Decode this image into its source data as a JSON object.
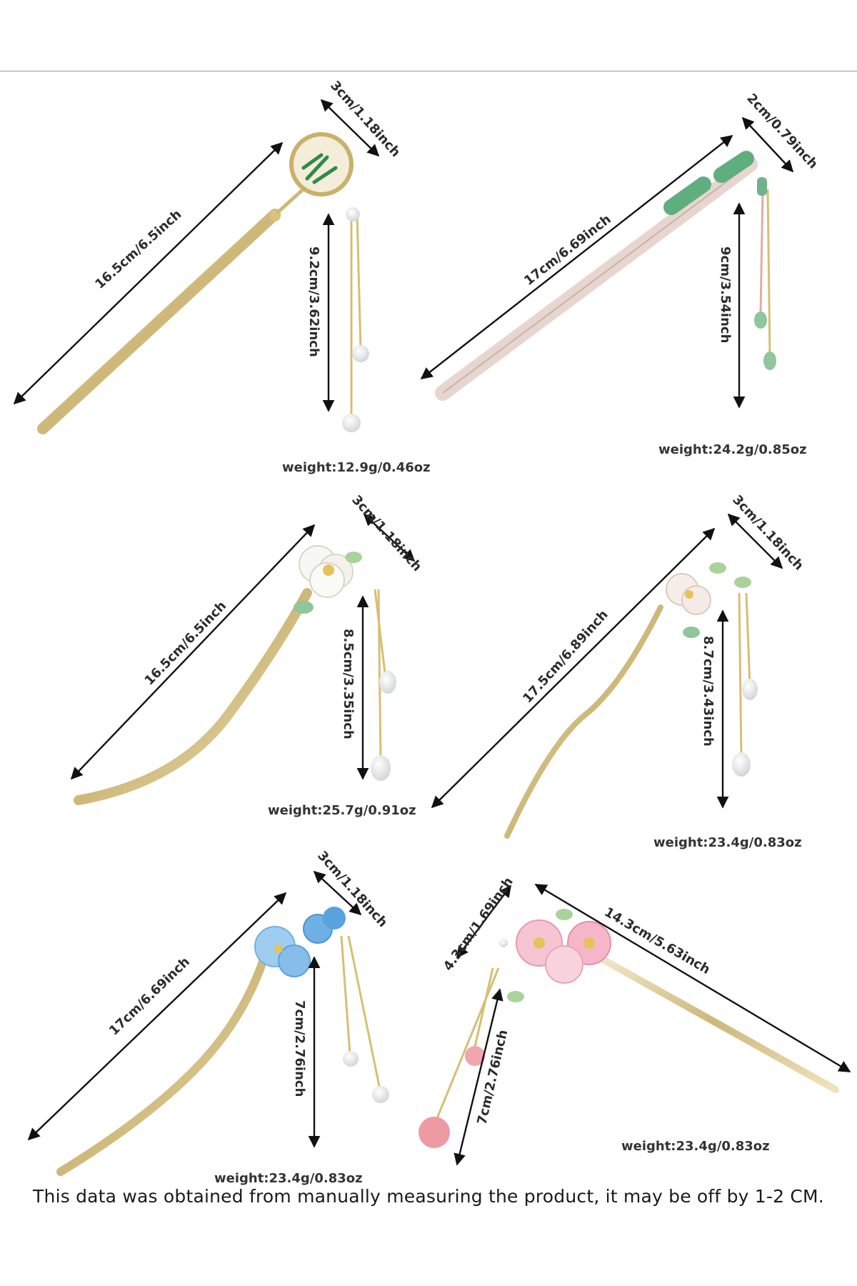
{
  "items": [
    {
      "length": "16.5cm/6.5inch",
      "head": "3cm/1.18inch",
      "tassel": "9.2cm/3.62inch",
      "weight": "weight:12.9g/0.46oz"
    },
    {
      "length": "17cm/6.69inch",
      "head": "2cm/0.79inch",
      "tassel": "9cm/3.54inch",
      "weight": "weight:24.2g/0.85oz"
    },
    {
      "length": "16.5cm/6.5inch",
      "head": "3cm/1.18inch",
      "tassel": "8.5cm/3.35inch",
      "weight": "weight:25.7g/0.91oz"
    },
    {
      "length": "17.5cm/6.89inch",
      "head": "3cm/1.18inch",
      "tassel": "8.7cm/3.43inch",
      "weight": "weight:23.4g/0.83oz"
    },
    {
      "length": "17cm/6.69inch",
      "head": "3cm/1.18inch",
      "tassel": "7cm/2.76inch",
      "weight": "weight:23.4g/0.83oz"
    },
    {
      "length": "14.3cm/5.63inch",
      "head": "4.3cm/1.69inch",
      "tassel": "7cm/2.76inch",
      "weight": "weight:23.4g/0.83oz"
    }
  ],
  "footer": "This data was obtained from manually measuring the product, it may be off by 1-2 CM.",
  "colors": {
    "gold": "#d8c27a",
    "jade": "#6fb38a",
    "blue": "#6fb0e6",
    "pink": "#f0a7bd",
    "pearl": "#f4f4f2"
  }
}
